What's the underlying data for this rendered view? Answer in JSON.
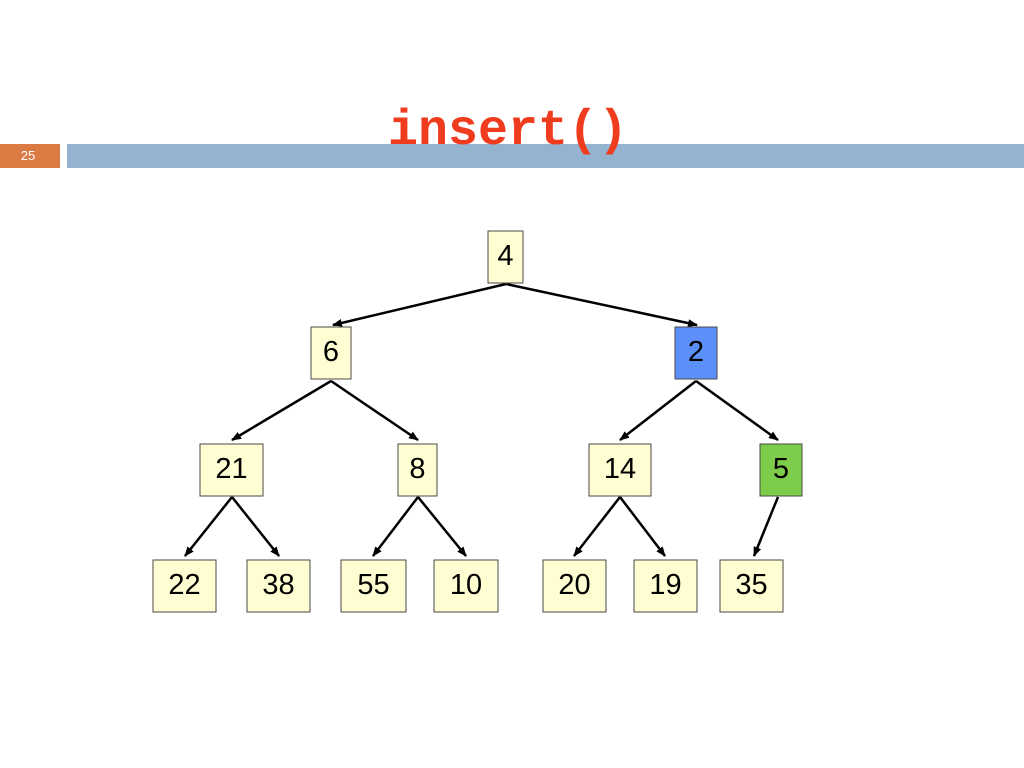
{
  "slide": {
    "number": "25",
    "title": "insert()"
  },
  "colors": {
    "node_default": "#fefed2",
    "node_highlight_blue": "#5b8ff9",
    "node_highlight_green": "#7dcc4a",
    "title": "#f03c1e",
    "header_bar": "#93b3d1",
    "slide_number_bg": "#dc7a44"
  },
  "tree": {
    "nodes": [
      {
        "id": "n4",
        "label": "4",
        "highlight": "none"
      },
      {
        "id": "n6",
        "label": "6",
        "highlight": "none"
      },
      {
        "id": "n2",
        "label": "2",
        "highlight": "blue"
      },
      {
        "id": "n21",
        "label": "21",
        "highlight": "none"
      },
      {
        "id": "n8",
        "label": "8",
        "highlight": "none"
      },
      {
        "id": "n14",
        "label": "14",
        "highlight": "none"
      },
      {
        "id": "n5",
        "label": "5",
        "highlight": "green"
      },
      {
        "id": "n22",
        "label": "22",
        "highlight": "none"
      },
      {
        "id": "n38",
        "label": "38",
        "highlight": "none"
      },
      {
        "id": "n55",
        "label": "55",
        "highlight": "none"
      },
      {
        "id": "n10",
        "label": "10",
        "highlight": "none"
      },
      {
        "id": "n20",
        "label": "20",
        "highlight": "none"
      },
      {
        "id": "n19",
        "label": "19",
        "highlight": "none"
      },
      {
        "id": "n35",
        "label": "35",
        "highlight": "none"
      }
    ],
    "edges": [
      [
        "n4",
        "n6"
      ],
      [
        "n4",
        "n2"
      ],
      [
        "n6",
        "n21"
      ],
      [
        "n6",
        "n8"
      ],
      [
        "n2",
        "n14"
      ],
      [
        "n2",
        "n5"
      ],
      [
        "n21",
        "n22"
      ],
      [
        "n21",
        "n38"
      ],
      [
        "n8",
        "n55"
      ],
      [
        "n8",
        "n10"
      ],
      [
        "n14",
        "n20"
      ],
      [
        "n14",
        "n19"
      ],
      [
        "n5",
        "n35"
      ]
    ]
  }
}
